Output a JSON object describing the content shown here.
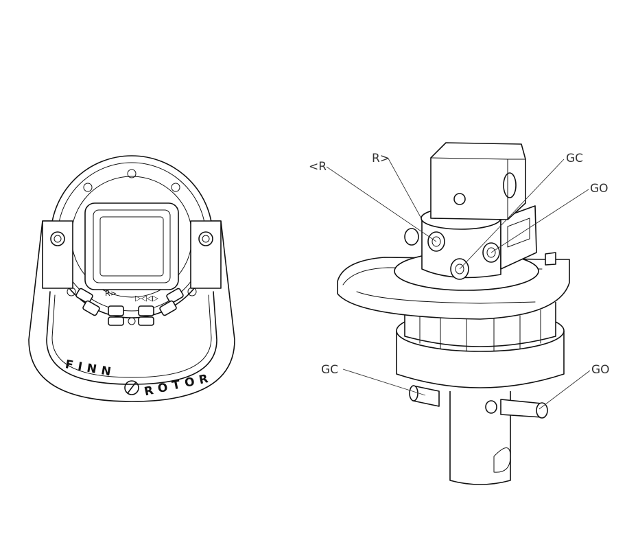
{
  "brand": {
    "left": "FINN",
    "right": "ROTOR"
  },
  "top_view_marks": {
    "r_right": "R>",
    "arrows": "▷◁◁▷"
  },
  "callouts": {
    "r_left": "<R",
    "r_right": "R>",
    "gc_top": "GC",
    "go_top": "GO",
    "gc_bottom": "GC",
    "go_bottom": "GO"
  }
}
